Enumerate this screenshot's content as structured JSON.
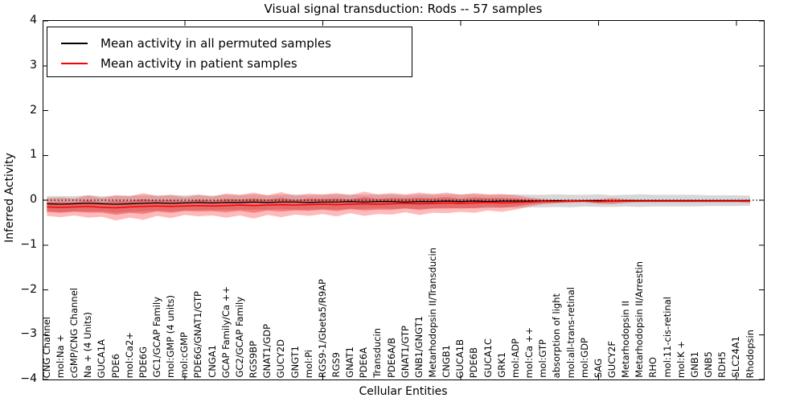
{
  "title": "Visual signal transduction: Rods -- 57 samples",
  "legend": {
    "items": [
      {
        "label": "Mean activity in all permuted samples",
        "color": "#000000"
      },
      {
        "label": "Mean activity in patient samples",
        "color": "#ff0000"
      }
    ]
  },
  "axes": {
    "ylabel": "Inferred Activity",
    "xlabel": "Cellular Entities",
    "ylim": [
      -4,
      4
    ],
    "ytick_values": [
      4,
      3,
      2,
      1,
      0,
      -1,
      -2,
      -3,
      -4
    ],
    "ytick_labels": [
      "4",
      "3",
      "2",
      "1",
      "0",
      "−1",
      "−2",
      "−3",
      "−4"
    ],
    "xtick_index_positions": [
      10,
      20,
      30,
      40,
      50
    ],
    "grid": false,
    "legend_position": "upper left"
  },
  "colors": {
    "permuted_line": "#000000",
    "patient_line": "#ff0000",
    "permuted_band": "rgba(110,110,110,0.28)",
    "patient_band_outer": "rgba(255,30,30,0.30)",
    "patient_band_inner": "rgba(225,15,15,0.35)",
    "zero_line": "#000000"
  },
  "chart_data": {
    "type": "line",
    "title": "Visual signal transduction: Rods -- 57 samples",
    "xlabel": "Cellular Entities",
    "ylabel": "Inferred Activity",
    "ylim": [
      -4,
      4
    ],
    "zero_reference_line": {
      "y": 0,
      "style": "dotted",
      "color": "#000000"
    },
    "categories": [
      "CNG Channel",
      "mol:Na +",
      "cGMP/CNG Channel",
      "Na + (4 Units)",
      "GUCA1A",
      "PDE6",
      "mol:Ca2+",
      "PDE6G",
      "GC1/GCAP Family",
      "mol:GMP (4 units)",
      "mol:cGMP",
      "PDE6G/GNAT1/GTP",
      "CNGA1",
      "GCAP Family/Ca ++",
      "GC2/GCAP Family",
      "RGS9BP",
      "GNAT1/GDP",
      "GUCY2D",
      "GNGT1",
      "mol:Pi",
      "RGS9-1/Gbeta5/R9AP",
      "RGS9",
      "GNAT1",
      "PDE6A",
      "Transducin",
      "PDE6A/B",
      "GNAT1/GTP",
      "GNB1/GNGT1",
      "Metarhodopsin II/Transducin",
      "CNGB1",
      "GUCA1B",
      "PDE6B",
      "GUCA1C",
      "GRK1",
      "mol:ADP",
      "mol:Ca ++",
      "mol:GTP",
      "absorption of light",
      "mol:all-trans-retinal",
      "mol:GDP",
      "SAG",
      "GUCY2F",
      "Metarhodopsin II",
      "Metarhodopsin II/Arrestin",
      "RHO",
      "mol:11-cis-retinal",
      "mol:K +",
      "GNB1",
      "GNB5",
      "RDH5",
      "SLC24A1",
      "Rhodopsin"
    ],
    "series": [
      {
        "name": "Mean activity in all permuted samples",
        "color": "#000000",
        "values": [
          -0.08,
          -0.09,
          -0.08,
          -0.07,
          -0.08,
          -0.09,
          -0.08,
          -0.07,
          -0.06,
          -0.07,
          -0.06,
          -0.05,
          -0.06,
          -0.05,
          -0.05,
          -0.04,
          -0.05,
          -0.04,
          -0.04,
          -0.05,
          -0.04,
          -0.04,
          -0.03,
          -0.04,
          -0.03,
          -0.03,
          -0.04,
          -0.03,
          -0.03,
          -0.02,
          -0.03,
          -0.02,
          -0.03,
          -0.02,
          -0.02,
          -0.02,
          -0.02,
          -0.01,
          -0.02,
          -0.01,
          -0.01,
          -0.02,
          -0.01,
          -0.01,
          -0.01,
          -0.01,
          -0.01,
          -0.01,
          -0.01,
          -0.01,
          -0.01,
          -0.01
        ],
        "band_halfwidth": [
          0.17,
          0.18,
          0.17,
          0.18,
          0.17,
          0.19,
          0.18,
          0.18,
          0.17,
          0.18,
          0.17,
          0.17,
          0.16,
          0.17,
          0.16,
          0.17,
          0.16,
          0.16,
          0.17,
          0.16,
          0.16,
          0.17,
          0.16,
          0.16,
          0.15,
          0.16,
          0.15,
          0.16,
          0.15,
          0.15,
          0.16,
          0.15,
          0.15,
          0.14,
          0.15,
          0.14,
          0.14,
          0.14,
          0.14,
          0.13,
          0.14,
          0.13,
          0.13,
          0.14,
          0.13,
          0.13,
          0.13,
          0.13,
          0.12,
          0.12,
          0.12,
          0.11
        ]
      },
      {
        "name": "Mean activity in patient samples",
        "color": "#ff0000",
        "values": [
          -0.15,
          -0.16,
          -0.15,
          -0.14,
          -0.16,
          -0.17,
          -0.15,
          -0.14,
          -0.13,
          -0.14,
          -0.13,
          -0.12,
          -0.13,
          -0.12,
          -0.11,
          -0.12,
          -0.11,
          -0.1,
          -0.11,
          -0.1,
          -0.09,
          -0.1,
          -0.09,
          -0.08,
          -0.09,
          -0.08,
          -0.07,
          -0.08,
          -0.07,
          -0.06,
          -0.07,
          -0.06,
          -0.05,
          -0.06,
          -0.05,
          -0.04,
          -0.03,
          -0.03,
          -0.02,
          -0.02,
          -0.03,
          -0.02,
          -0.02,
          -0.02,
          -0.02,
          -0.02,
          -0.02,
          -0.02,
          -0.02,
          -0.02,
          -0.02,
          -0.02
        ],
        "band_halfwidth": [
          0.2,
          0.22,
          0.19,
          0.25,
          0.21,
          0.28,
          0.24,
          0.3,
          0.22,
          0.26,
          0.2,
          0.24,
          0.21,
          0.27,
          0.23,
          0.29,
          0.22,
          0.28,
          0.21,
          0.25,
          0.22,
          0.26,
          0.2,
          0.27,
          0.22,
          0.24,
          0.2,
          0.25,
          0.21,
          0.23,
          0.19,
          0.22,
          0.18,
          0.2,
          0.16,
          0.1,
          0.06,
          0.04,
          0.04,
          0.03,
          0.05,
          0.07,
          0.04,
          0.03,
          0.03,
          0.03,
          0.03,
          0.03,
          0.03,
          0.03,
          0.03,
          0.04
        ]
      }
    ]
  }
}
